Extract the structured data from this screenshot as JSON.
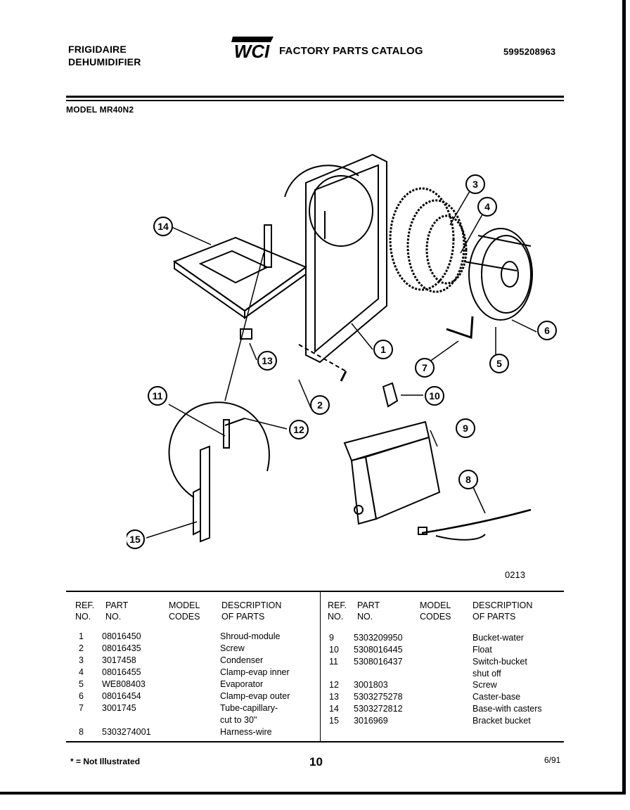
{
  "header": {
    "brand_line1": "FRIGIDAIRE",
    "brand_line2": "DEHUMIDIFIER",
    "logo_text": "WCI",
    "catalog_title": "FACTORY PARTS CATALOG",
    "doc_number": "5995208963",
    "model": "MODEL MR40N2"
  },
  "diagram": {
    "illustration_code": "0213",
    "callouts": [
      "1",
      "2",
      "3",
      "4",
      "5",
      "6",
      "7",
      "8",
      "9",
      "10",
      "11",
      "12",
      "13",
      "14",
      "15"
    ]
  },
  "table": {
    "headers": {
      "ref1": "REF.",
      "ref2": "NO.",
      "part1": "PART",
      "part2": "NO.",
      "model1": "MODEL",
      "model2": "CODES",
      "desc1": "DESCRIPTION",
      "desc2": "OF PARTS"
    },
    "left_rows": [
      {
        "ref": "1",
        "part": "08016450",
        "desc": "Shroud-module"
      },
      {
        "ref": "2",
        "part": "08016435",
        "desc": "Screw"
      },
      {
        "ref": "3",
        "part": "3017458",
        "desc": "Condenser"
      },
      {
        "ref": "4",
        "part": "08016455",
        "desc": "Clamp-evap inner"
      },
      {
        "ref": "5",
        "part": "WE808403",
        "desc": "Evaporator"
      },
      {
        "ref": "6",
        "part": "08016454",
        "desc": "Clamp-evap outer"
      },
      {
        "ref": "7",
        "part": "3001745",
        "desc": "Tube-capillary-",
        "desc2": "cut to 30\""
      },
      {
        "ref": "8",
        "part": "5303274001",
        "desc": "Harness-wire"
      }
    ],
    "right_rows": [
      {
        "ref": "9",
        "part": "5303209950",
        "desc": "Bucket-water"
      },
      {
        "ref": "10",
        "part": "5308016445",
        "desc": "Float"
      },
      {
        "ref": "11",
        "part": "5308016437",
        "desc": "Switch-bucket",
        "desc2": "shut off"
      },
      {
        "ref": "12",
        "part": "3001803",
        "desc": "Screw"
      },
      {
        "ref": "13",
        "part": "5303275278",
        "desc": "Caster-base"
      },
      {
        "ref": "14",
        "part": "5303272812",
        "desc": "Base-with casters"
      },
      {
        "ref": "15",
        "part": "3016969",
        "desc": "Bracket bucket"
      }
    ]
  },
  "footer": {
    "note": "* = Not Illustrated",
    "page": "10",
    "date": "6/91"
  }
}
